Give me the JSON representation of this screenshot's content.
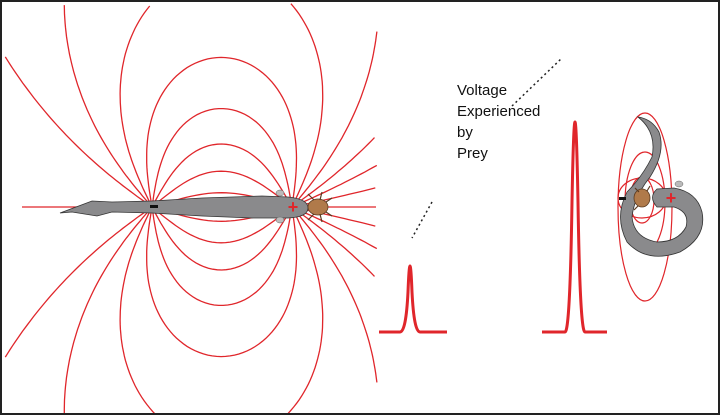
{
  "label": {
    "lines": [
      "Voltage",
      "Experienced",
      "by",
      "Prey"
    ]
  },
  "symbols": {
    "negative": "−",
    "positive": "+"
  },
  "colors": {
    "field": "#e0262b",
    "eel": "#8a8a8c",
    "outline": "#333333",
    "prey": "#b07a4a"
  }
}
